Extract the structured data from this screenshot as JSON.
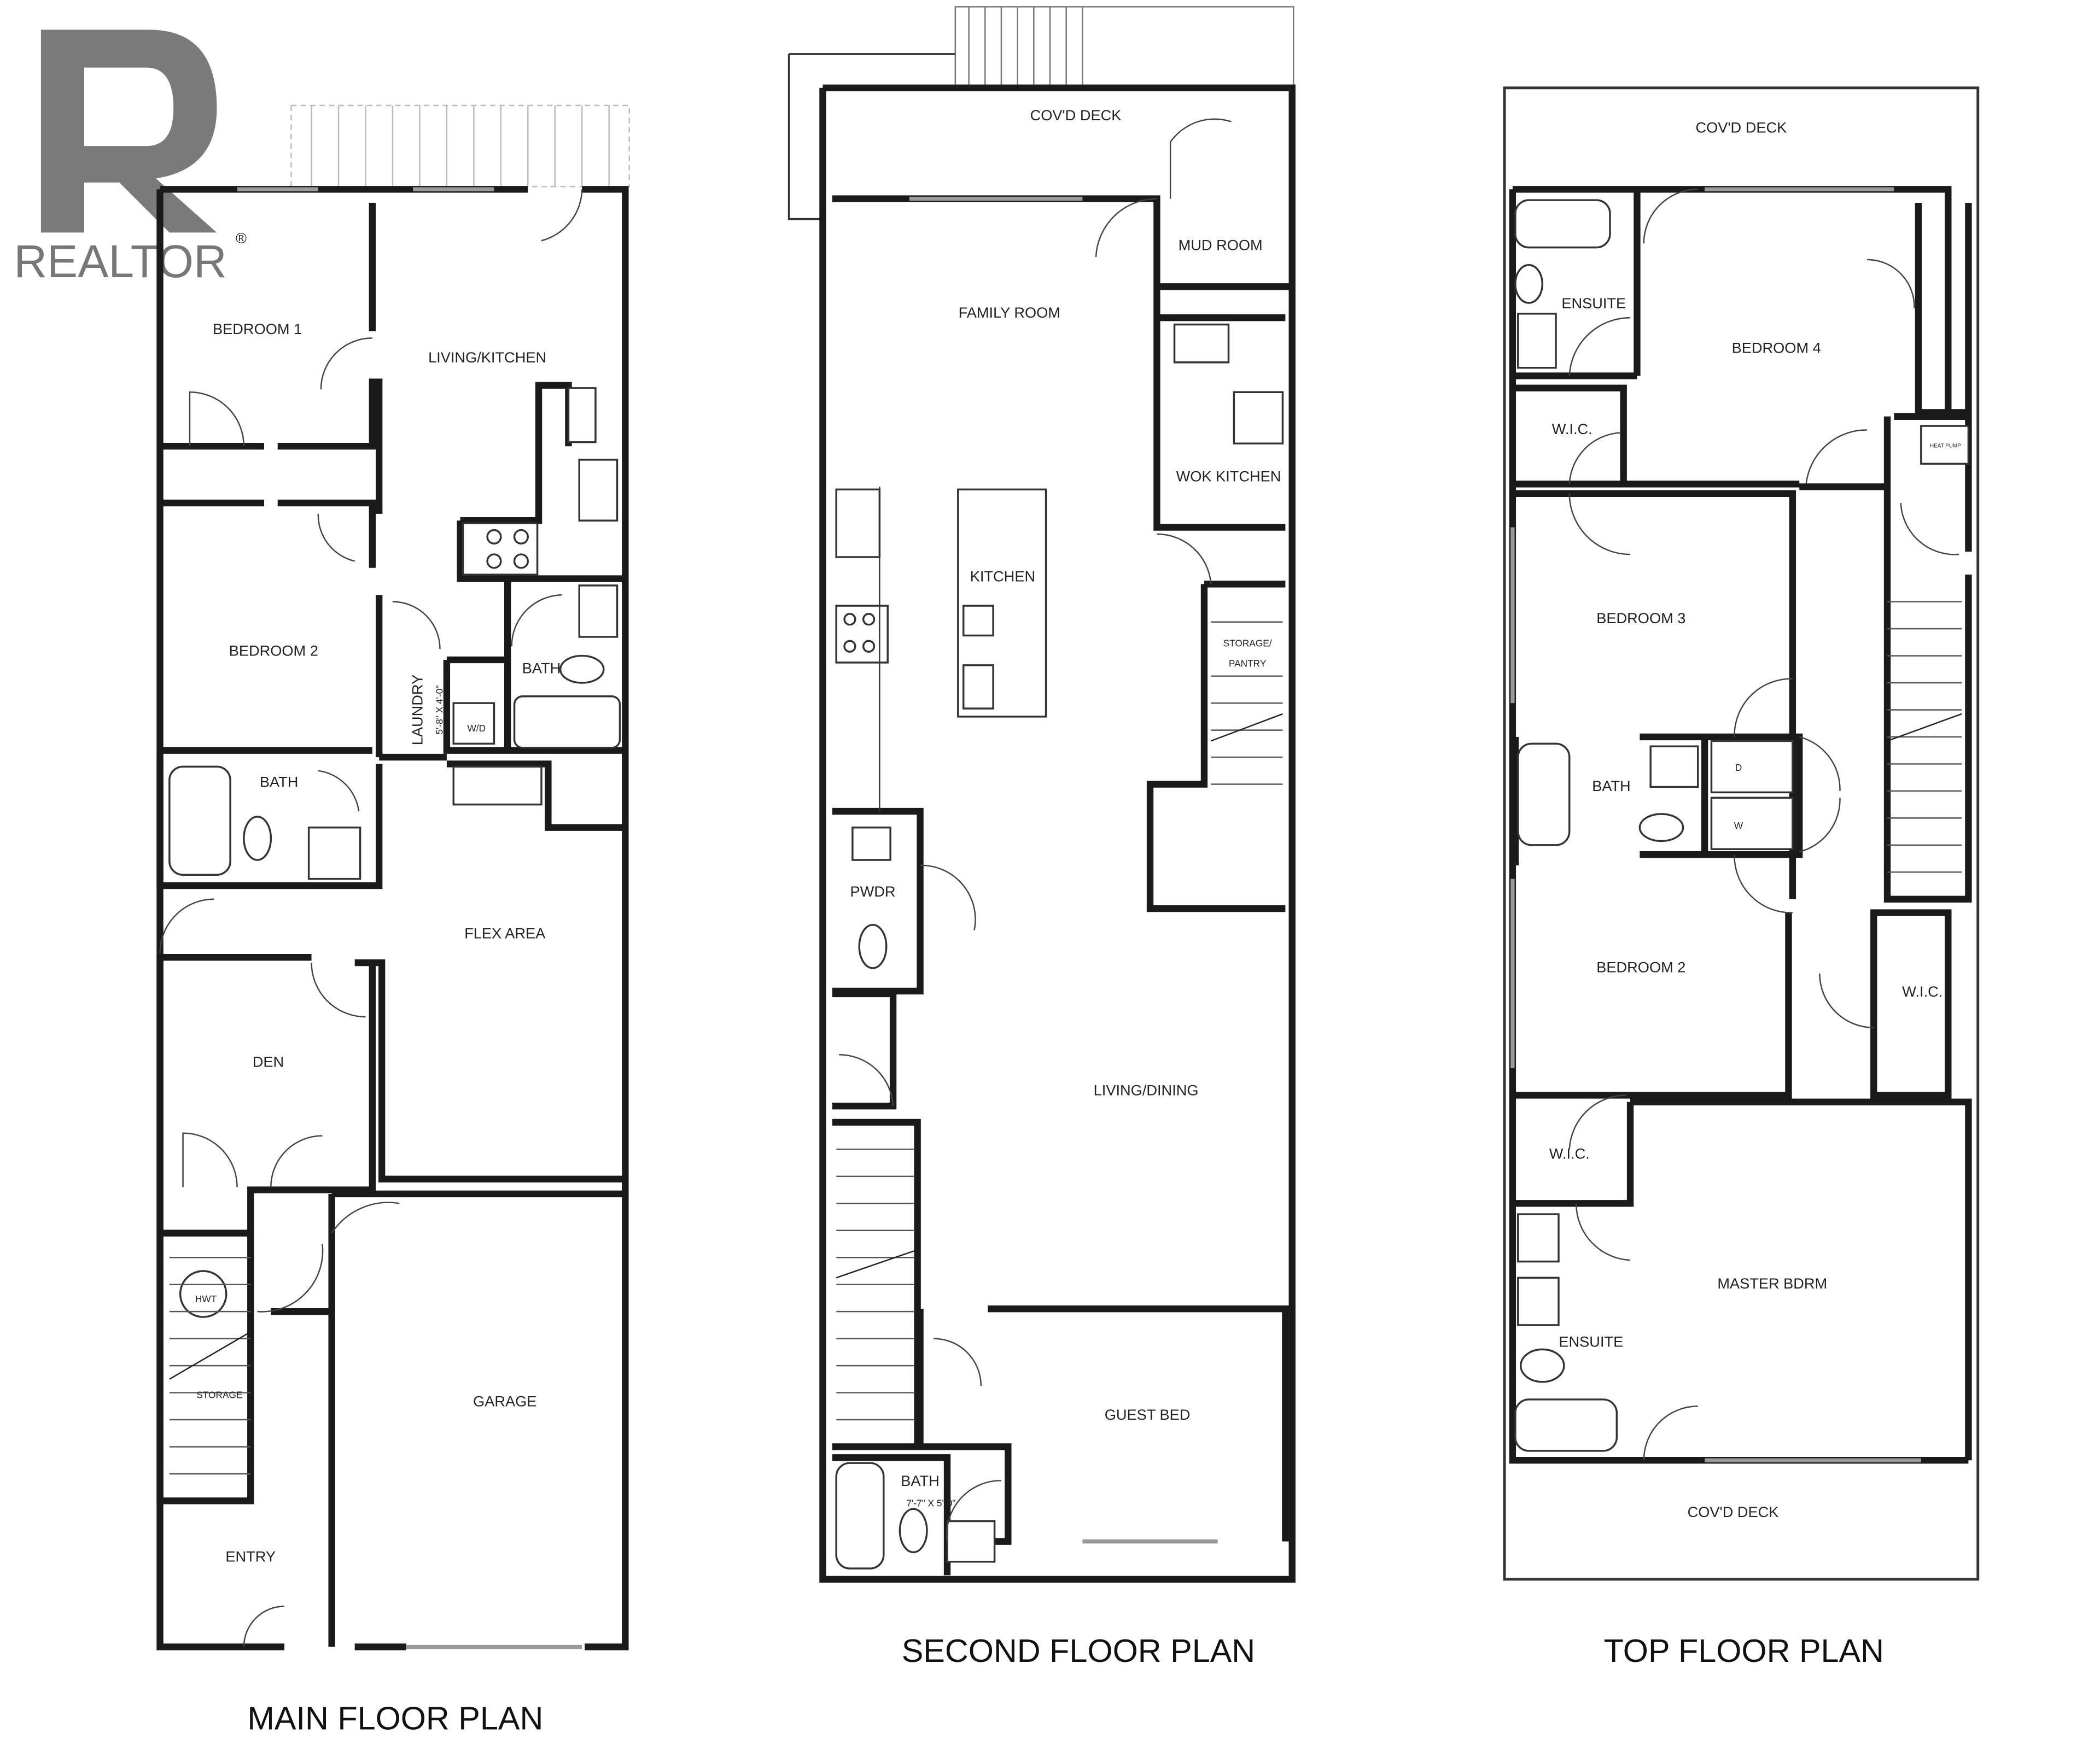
{
  "logo": {
    "text": "REALTOR",
    "mark": "®",
    "color": "#7a7a7a"
  },
  "main_floor": {
    "title": "MAIN FLOOR PLAN",
    "rooms": {
      "bedroom1": "BEDROOM 1",
      "living_kitchen": "LIVING/KITCHEN",
      "bedroom2": "BEDROOM 2",
      "laundry": "LAUNDRY",
      "laundry_dims": "5'-8\" X 4'-0\"",
      "wd": "W/D",
      "bath_upper": "BATH",
      "bath_lower": "BATH",
      "flex": "FLEX AREA",
      "den": "DEN",
      "hwt": "HWT",
      "storage": "STORAGE",
      "garage": "GARAGE",
      "entry": "ENTRY"
    }
  },
  "second_floor": {
    "title": "SECOND FLOOR PLAN",
    "rooms": {
      "deck": "COV'D DECK",
      "mud_room": "MUD ROOM",
      "family_room": "FAMILY ROOM",
      "wok_kitchen": "WOK KITCHEN",
      "kitchen": "KITCHEN",
      "storage_pantry_1": "STORAGE/",
      "storage_pantry_2": "PANTRY",
      "pwdr": "PWDR",
      "living_dining": "LIVING/DINING",
      "guest_bed": "GUEST BED",
      "bath": "BATH",
      "bath_dims": "7'-7\" X 5'-0\""
    }
  },
  "top_floor": {
    "title": "TOP FLOOR PLAN",
    "rooms": {
      "deck_top": "COV'D DECK",
      "ensuite_upper": "ENSUITE",
      "bedroom4": "BEDROOM 4",
      "wic1": "W.I.C.",
      "heat_pump": "HEAT PUMP",
      "bedroom3": "BEDROOM 3",
      "bath": "BATH",
      "d": "D",
      "w": "W",
      "bedroom2": "BEDROOM 2",
      "wic2": "W.I.C.",
      "wic3": "W.I.C.",
      "master": "MASTER BDRM",
      "ensuite_lower": "ENSUITE",
      "deck_bottom": "COV'D DECK"
    }
  }
}
